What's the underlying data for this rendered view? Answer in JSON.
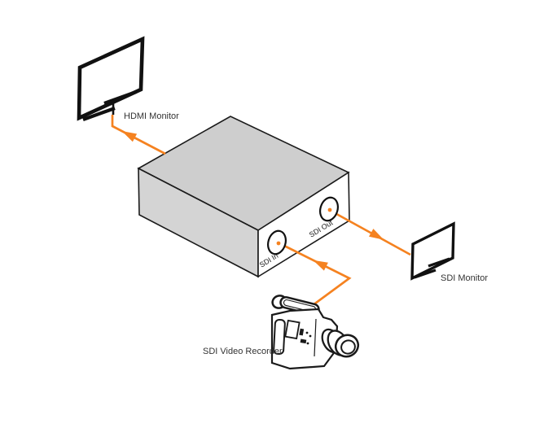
{
  "diagram": {
    "devices": {
      "hdmi_monitor": {
        "label": "HDMI Monitor"
      },
      "sdi_monitor": {
        "label": "SDI Monitor"
      },
      "video_recorder": {
        "label": "SDI Video Recorder"
      },
      "converter": {
        "ports": {
          "sdi_in": {
            "label": "SDI In"
          },
          "sdi_out": {
            "label": "SDI Out"
          }
        }
      }
    },
    "colors": {
      "cable_orange": "#F58220",
      "outline_black": "#1a1a1a",
      "box_top_gray": "#cecece",
      "box_side_gray": "#d4d4d4",
      "box_front_white": "#ffffff",
      "label_text": "#333333"
    }
  }
}
